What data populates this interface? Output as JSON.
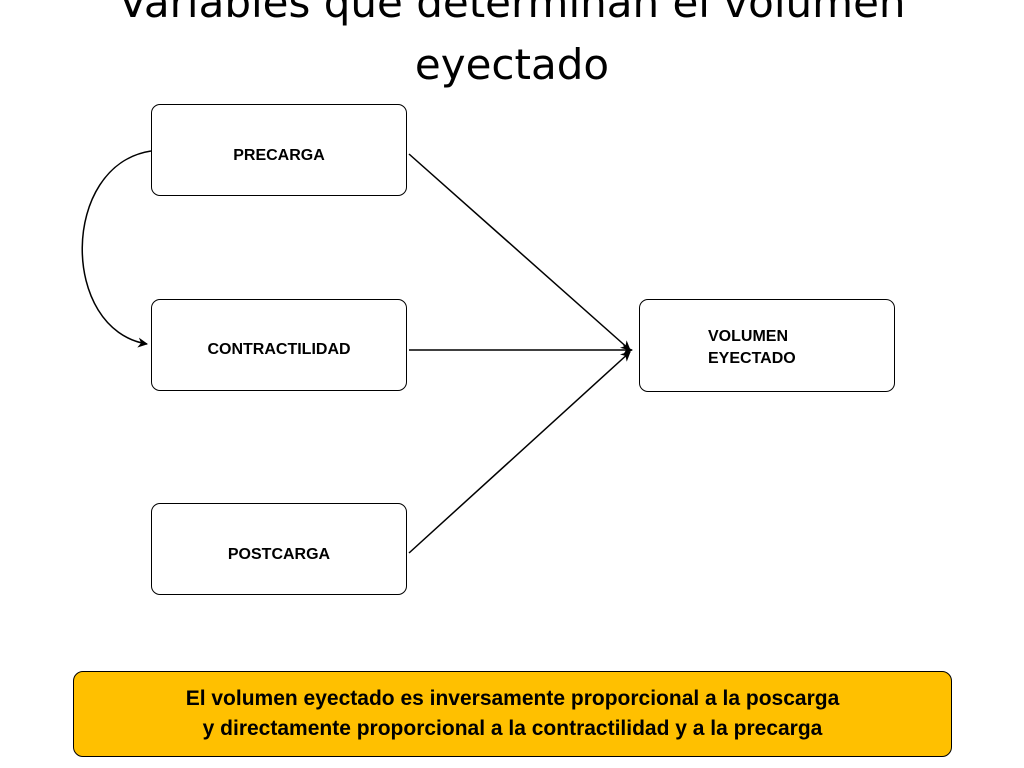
{
  "title": {
    "line1": "Variables que determinan el volumen",
    "line2": "eyectado"
  },
  "nodes": {
    "precarga": "PRECARGA",
    "contractilidad": "CONTRACTILIDAD",
    "postcarga": "POSTCARGA",
    "volumen_line1": "VOLUMEN",
    "volumen_line2": "EYECTADO"
  },
  "note": {
    "line1": "El volumen eyectado es inversamente proporcional a la poscarga",
    "line2": "y directamente proporcional a la contractilidad y a la precarga"
  },
  "colors": {
    "note_background": "#ffc000",
    "stroke": "#000000"
  }
}
